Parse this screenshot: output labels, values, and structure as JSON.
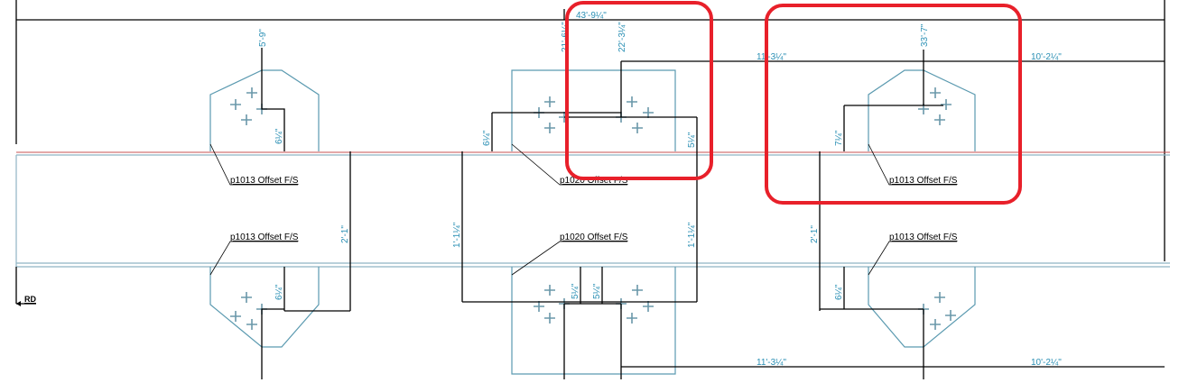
{
  "drawing": {
    "piece_marks": {
      "top_left": "p1013 Offset F/S",
      "top_mid": "p1020 Offset F/S",
      "top_right": "p1013 Offset F/S",
      "bot_left": "p1013 Offset F/S",
      "bot_mid": "p1020 Offset F/S",
      "bot_right": "p1013 Offset F/S"
    },
    "dimensions": {
      "d_5_9": "5'-9\"",
      "d_21_6": "21'-6¼\"",
      "d_43_9": "43'-9¼\"",
      "d_22_3": "22'-3¼\"",
      "d_33_7": "33'-7\"",
      "d_top_11_3": "11'-3¼\"",
      "d_top_10_2": "10'-2¼\"",
      "d_bot_11_3": "11'-3¼\"",
      "d_bot_10_2": "10'-2¼\"",
      "d_left_top_6": "6¼\"",
      "d_mid_top_6": "6¼\"",
      "d_mid_top_5": "5¼\"",
      "d_right_top_7": "7¼\"",
      "d_left_2_1": "2'-1\"",
      "d_mid_1_1_a": "1'-1¼\"",
      "d_mid_1_1_b": "1'-1¼\"",
      "d_right_2_1": "2'-1\"",
      "d_left_bot_6": "6¼\"",
      "d_mid_bot_5_a": "5¼\"",
      "d_mid_bot_5_b": "5¼\"",
      "d_right_bot_6": "6¼\""
    },
    "rd_marker": "RD",
    "colors": {
      "highlight": "#e8202a",
      "plate": "#5b9ab0",
      "dimension_text": "#2a8fb4"
    }
  }
}
